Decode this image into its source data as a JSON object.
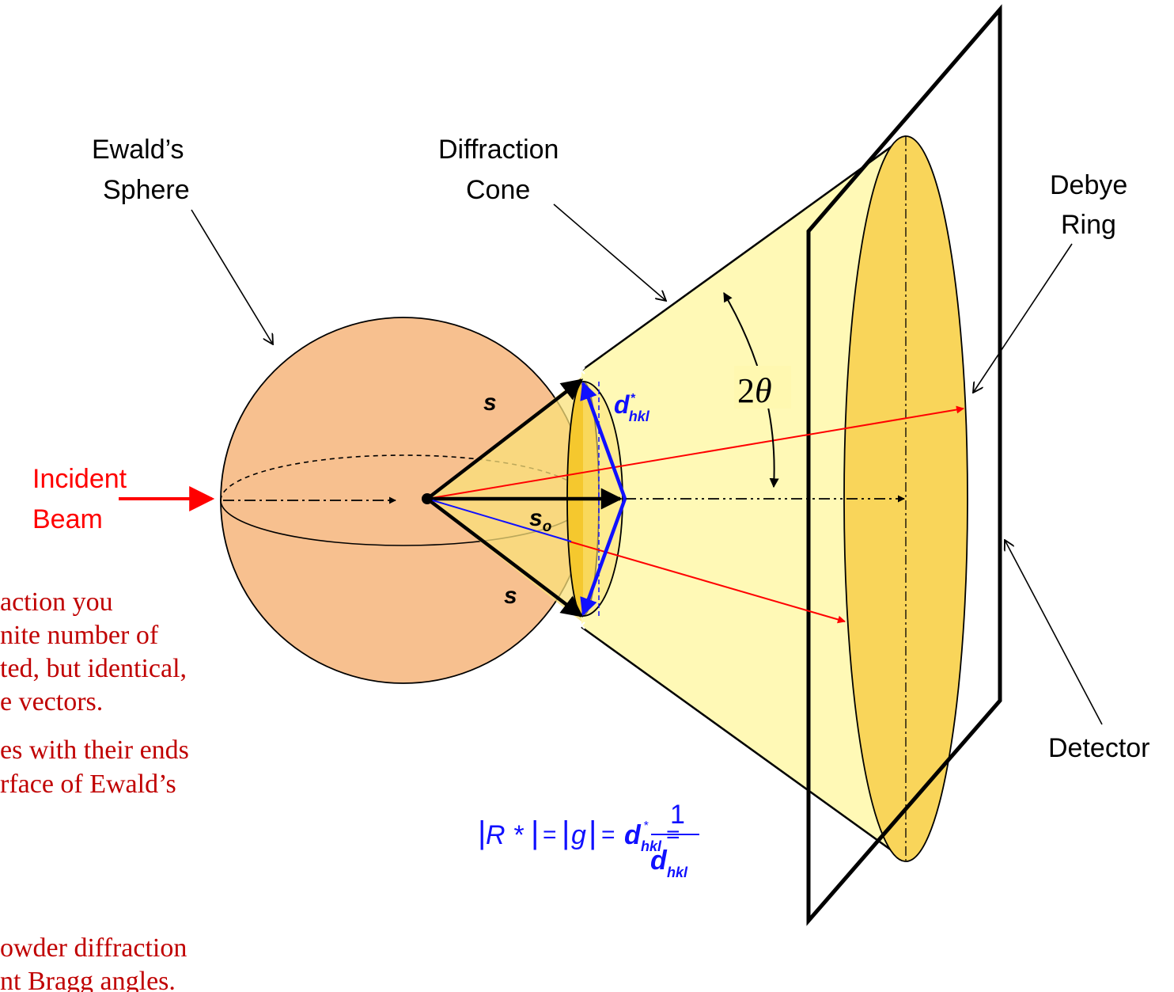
{
  "labels": {
    "ewald_line1": "Ewald’s",
    "ewald_line2": "Sphere",
    "cone_line1": "Diffraction",
    "cone_line2": "Cone",
    "debye_line1": "Debye",
    "debye_line2": "Ring",
    "detector": "Detector",
    "incident_line1": "Incident",
    "incident_line2": "Beam"
  },
  "vectors": {
    "s_upper": "s",
    "s_lower": "s",
    "s0_main": "s",
    "s0_sub": "o",
    "d_main": "d",
    "d_star": "*",
    "d_sub": "hkl"
  },
  "angle": {
    "two": "2",
    "theta": "θ"
  },
  "equation": {
    "bar1": "|",
    "r_star": "R *",
    "bar2": "|",
    "eq1": "=",
    "bar3": "|",
    "g": "g",
    "bar4": "|",
    "eq2": "=",
    "d": "d",
    "star": "*",
    "sub": "hkl",
    "eq3": "=",
    "numerator": "1",
    "den_d": "d",
    "den_sub": "hkl"
  },
  "notes": [
    "action you",
    "nite number of",
    "ted, but identical,",
    "e vectors.",
    "es with their ends",
    "rface of Ewald’s",
    "owder diffraction",
    "nt Bragg angles."
  ],
  "colors": {
    "sphere_fill": "#f7c08f",
    "cone_fill": "#fff8b0",
    "ring_fill": "#f9d55a",
    "incident": "#ff0000",
    "blue_vectors": "#1010ff",
    "note_text": "#c00000"
  }
}
